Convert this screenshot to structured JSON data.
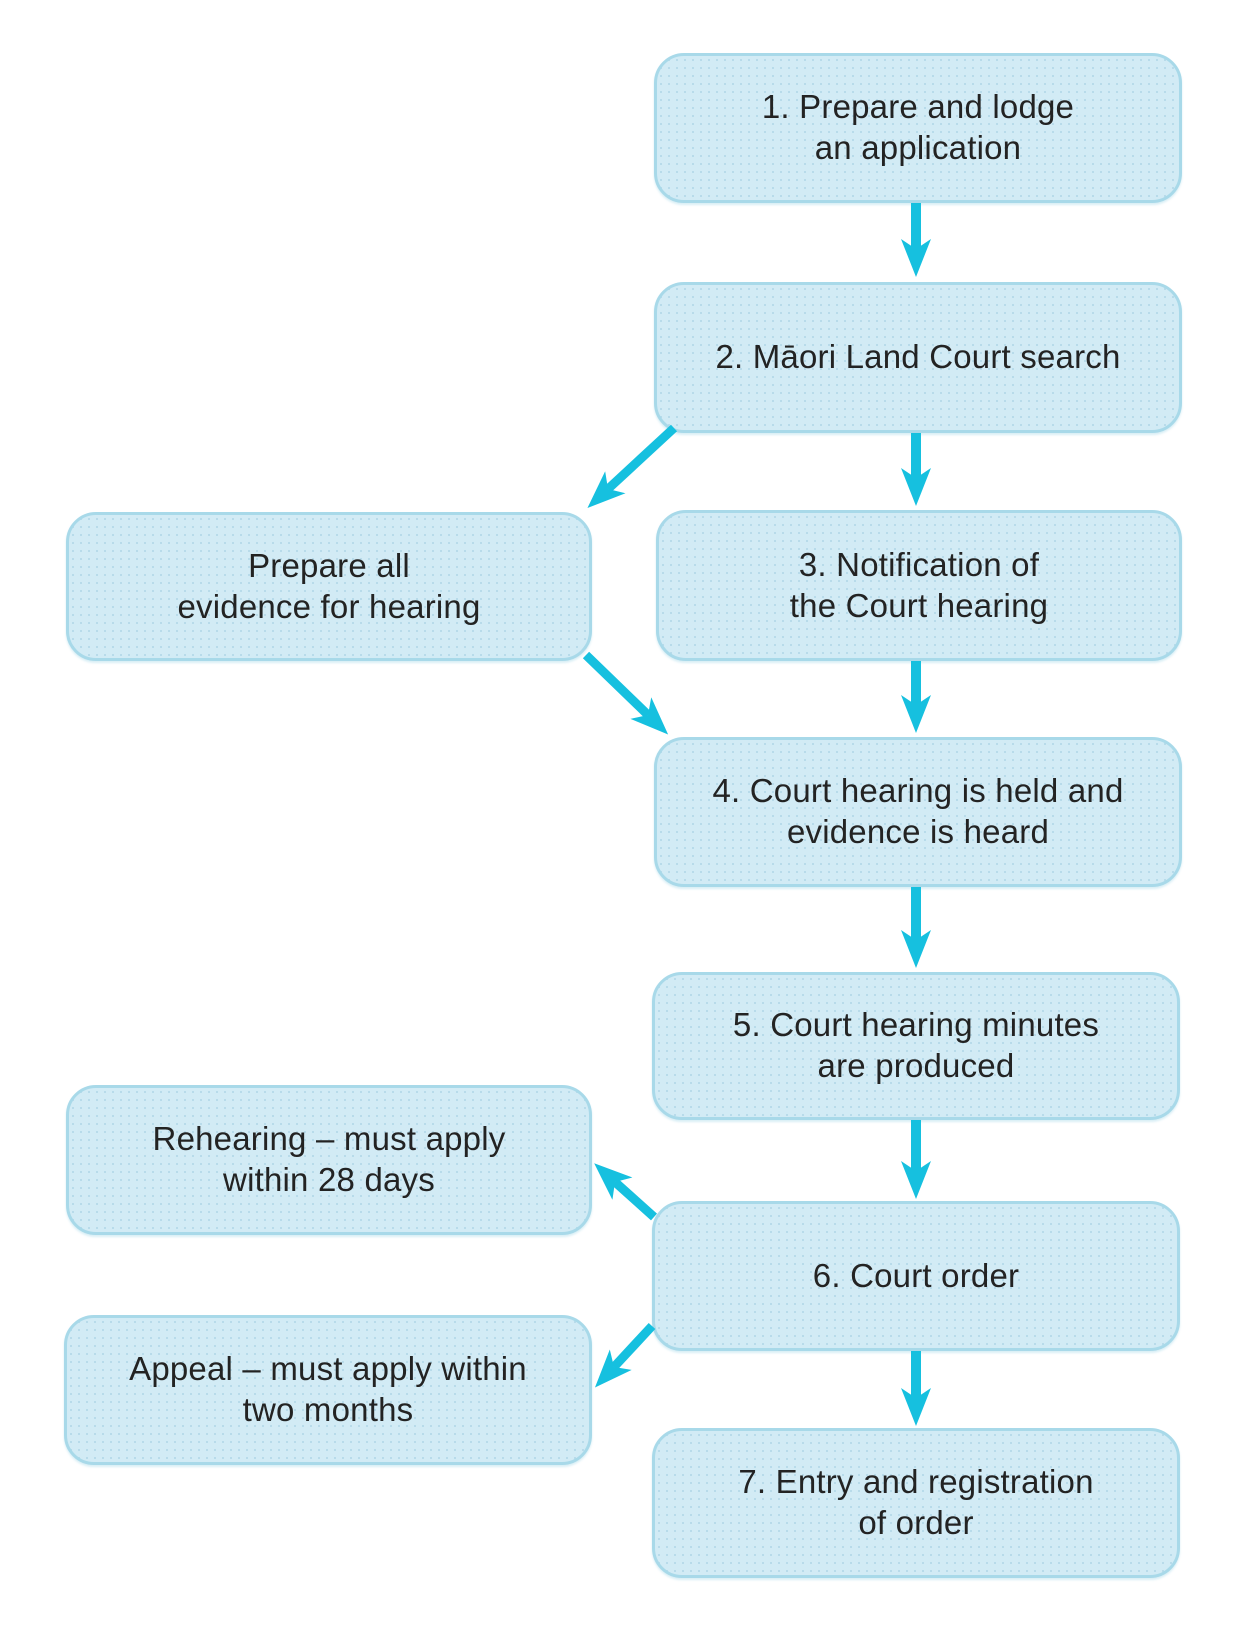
{
  "diagram": {
    "type": "flowchart",
    "colors": {
      "fill": "#d2ebf5",
      "stroke": "#a8d9e9",
      "arrow": "#16c0df",
      "text": "#232323",
      "bg": "#ffffff"
    },
    "nodes": [
      {
        "id": "step-1",
        "label": "1. Prepare and lodge\nan application"
      },
      {
        "id": "step-2",
        "label": "2. Māori Land Court search"
      },
      {
        "id": "prepare-evidence",
        "label": "Prepare all\nevidence for hearing"
      },
      {
        "id": "step-3",
        "label": "3. Notification of\nthe Court hearing"
      },
      {
        "id": "step-4",
        "label": "4. Court hearing is held and\nevidence is heard"
      },
      {
        "id": "step-5",
        "label": "5. Court hearing minutes\nare produced"
      },
      {
        "id": "rehearing",
        "label": "Rehearing – must apply\nwithin 28 days"
      },
      {
        "id": "step-6",
        "label": "6. Court order"
      },
      {
        "id": "appeal",
        "label": "Appeal – must apply within\ntwo months"
      },
      {
        "id": "step-7",
        "label": "7. Entry and registration\nof order"
      }
    ],
    "edges": [
      {
        "from": "step-1",
        "to": "step-2"
      },
      {
        "from": "step-2",
        "to": "prepare-evidence"
      },
      {
        "from": "step-2",
        "to": "step-3"
      },
      {
        "from": "prepare-evidence",
        "to": "step-4"
      },
      {
        "from": "step-3",
        "to": "step-4"
      },
      {
        "from": "step-4",
        "to": "step-5"
      },
      {
        "from": "step-5",
        "to": "step-6"
      },
      {
        "from": "step-6",
        "to": "rehearing"
      },
      {
        "from": "step-6",
        "to": "appeal"
      },
      {
        "from": "step-6",
        "to": "step-7"
      }
    ]
  }
}
